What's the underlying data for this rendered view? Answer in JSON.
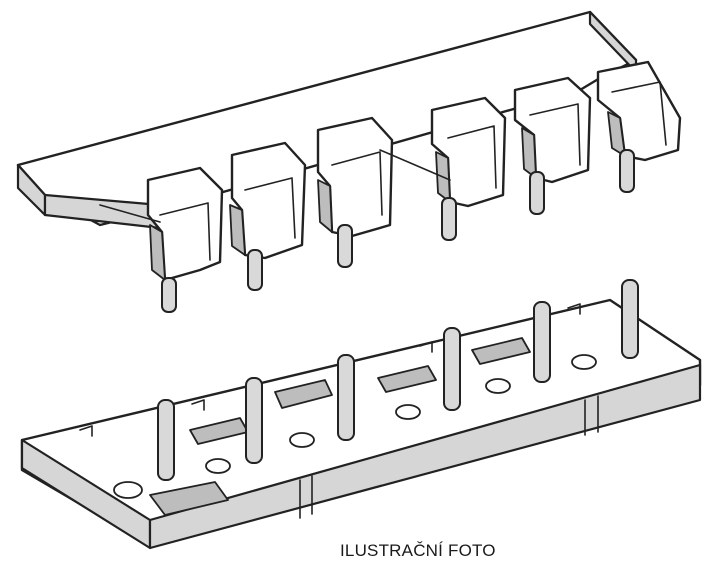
{
  "caption": {
    "text": "ILUSTRAČNÍ FOTO"
  },
  "illustration": {
    "upper_part_name": "comb-bar-upper",
    "lower_part_name": "comb-bar-lower",
    "upper_pin_count": 6,
    "lower_pin_count": 6
  }
}
